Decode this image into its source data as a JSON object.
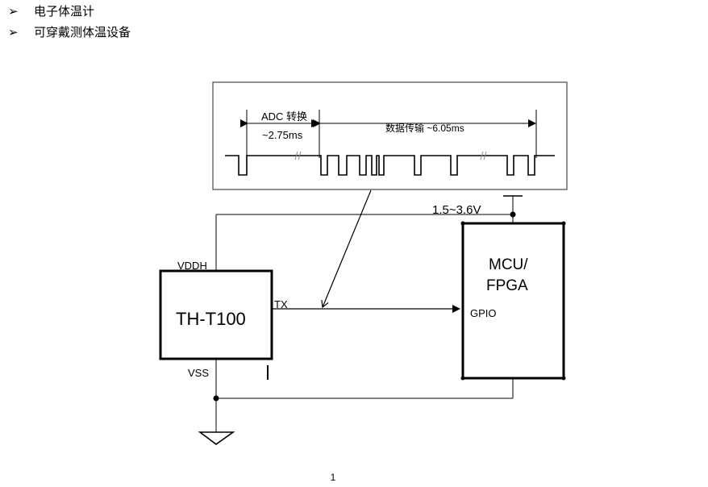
{
  "bullets": [
    {
      "marker": "➢",
      "text": "电子体温计"
    },
    {
      "marker": "➢",
      "text": "可穿戴测体温设备"
    }
  ],
  "diagram": {
    "timing": {
      "adc_label": "ADC 转换",
      "adc_duration": "~2.75ms",
      "transfer_label": "数据传输 ~6.05ms"
    },
    "supply": "1.5~3.6V",
    "mcu_line1": "MCU/",
    "mcu_line2": "FPGA",
    "sensor": "TH-T100",
    "pins": {
      "vddh": "VDDH",
      "vss": "VSS",
      "tx": "TX",
      "gpio": "GPIO"
    }
  },
  "page_number": "1"
}
